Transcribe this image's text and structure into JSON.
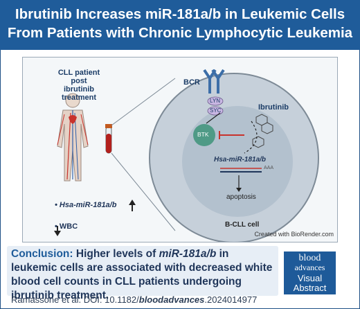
{
  "title": {
    "line1": "Ibrutinib Increases miR-181a/b in Leukemic Cells",
    "line2": "From Patients with Chronic Lymphocytic Leukemia"
  },
  "diagram": {
    "patient_label_1": "CLL patient post",
    "patient_label_2": "ibrutinib treatment",
    "bcr": "BCR",
    "lyn": "LYN",
    "syc": "SYC",
    "ibrutinib": "Ibrutinib",
    "btk": "BTK",
    "mirna": "Hsa-miR-181a/b",
    "polya": "AAA",
    "apoptosis": "apoptosis",
    "cell_label": "B-CLL cell",
    "marker1": "Hsa-miR-181a/b",
    "marker2": "WBC",
    "credit": "Created with BioRender.com",
    "colors": {
      "cell": "#c6d0da",
      "nucleus": "#a9b8c8",
      "btk": "#4f9a86",
      "lyn": "#c8b6e2",
      "syc": "#c8b6e2"
    }
  },
  "conclusion": {
    "prefix": "Conclusion:",
    "part1": " Higher levels of ",
    "mir": "miR-181a/b",
    "part2": " in leukemic cells are associated with decreased white blood cell counts in CLL patients undergoing ibrutinib treatment."
  },
  "citation": {
    "prefix": "Ramassone et al. DOI: 10.1182/",
    "journal": "bloodadvances",
    "suffix": ".2024014977"
  },
  "logo": {
    "line1": "blood",
    "line2": "advances",
    "line3": "Visual",
    "line4": "Abstract"
  }
}
